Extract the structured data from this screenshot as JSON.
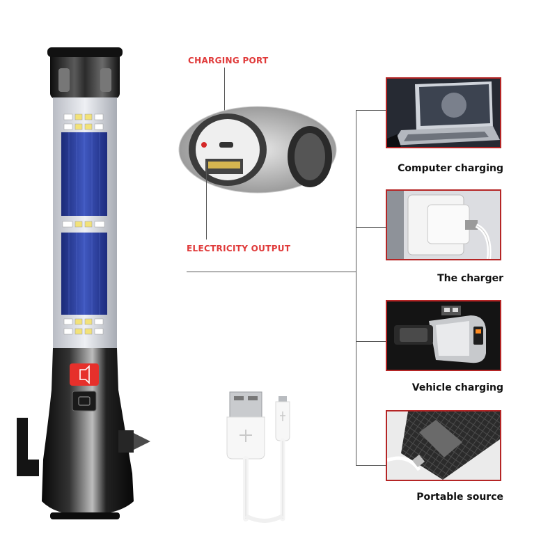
{
  "labels": {
    "charging_port": "CHARGING PORT",
    "electricity_output": "ELECTRICITY OUTPUT"
  },
  "uses": [
    {
      "caption": "Computer charging",
      "icon": "laptop-icon"
    },
    {
      "caption": "The charger",
      "icon": "wall-charger-icon"
    },
    {
      "caption": "Vehicle charging",
      "icon": "car-charger-icon"
    },
    {
      "caption": "Portable source",
      "icon": "power-bank-icon"
    }
  ],
  "colors": {
    "accent_red": "#e03a3a",
    "frame_red": "#b52525",
    "solar_blue": "#2c3f9c",
    "body_black": "#1b1b1b"
  }
}
